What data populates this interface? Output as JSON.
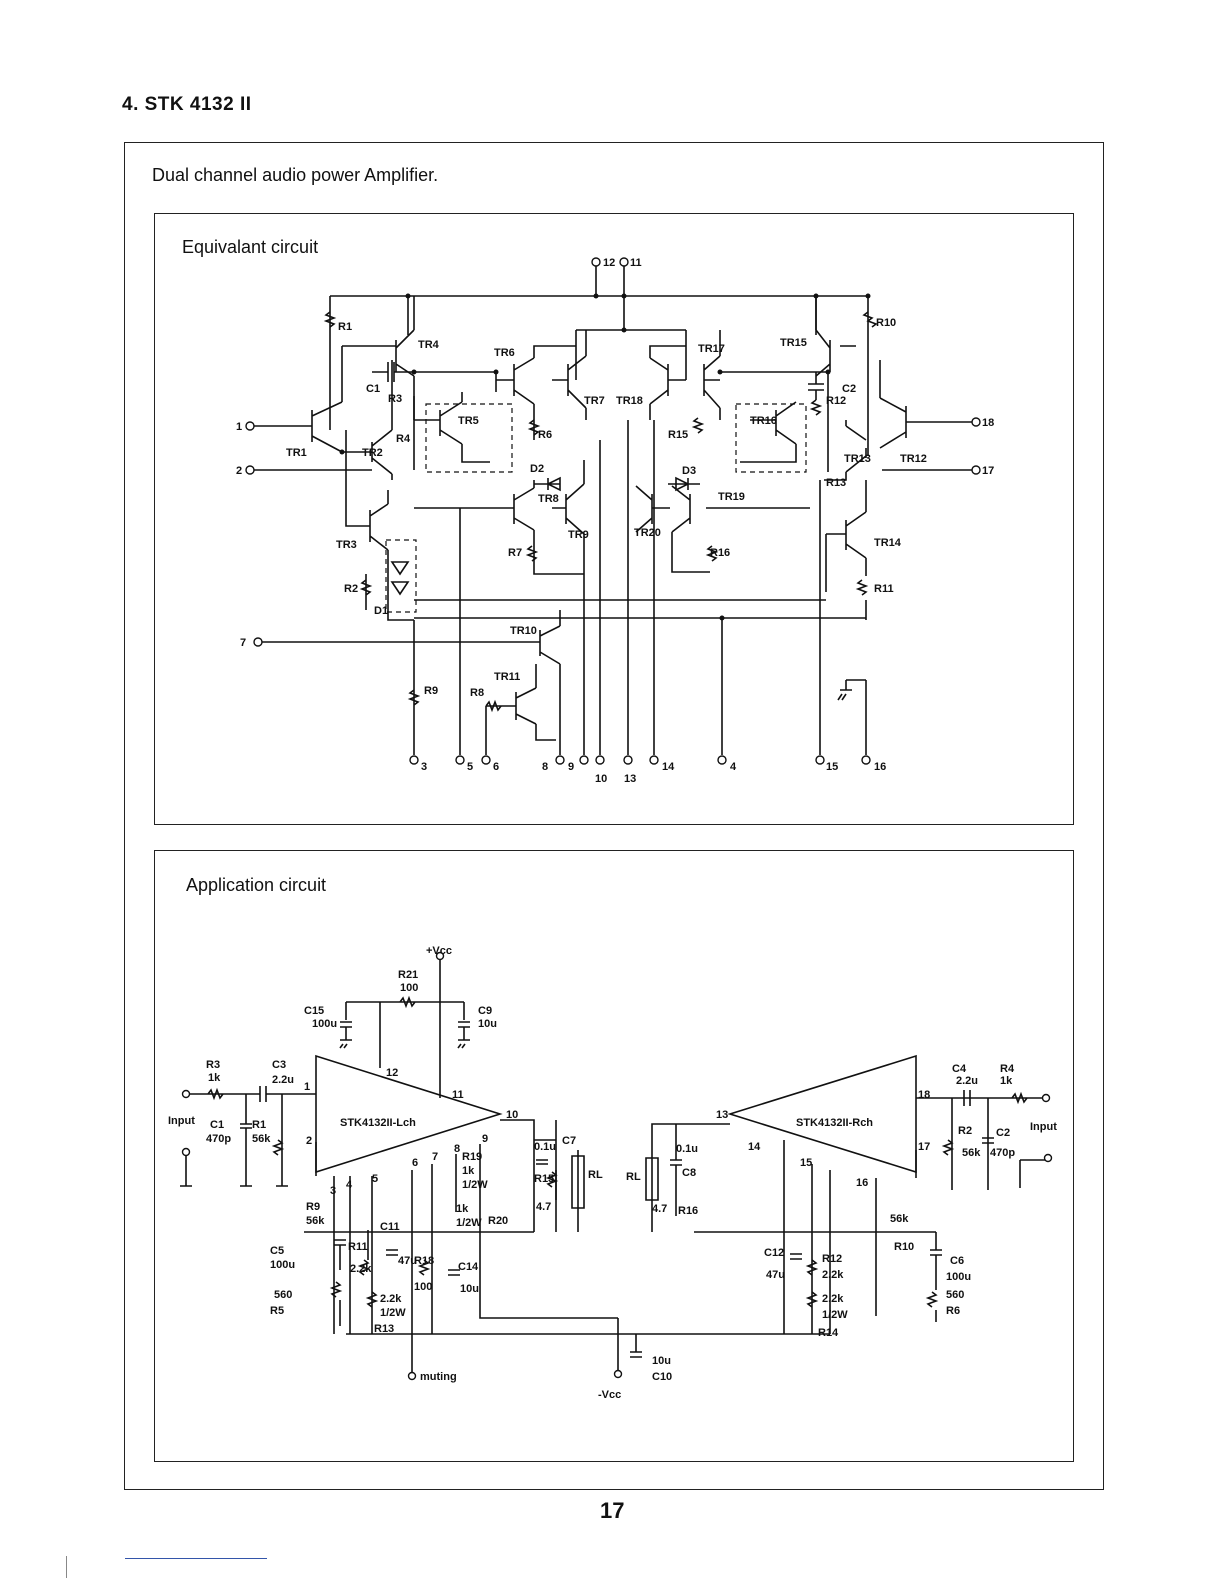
{
  "section_heading": "4. STK 4132 II",
  "description": "Dual channel audio power Amplifier.",
  "panels": {
    "equivalent": {
      "title": "Equivalant circuit",
      "labels": {
        "r1": "R1",
        "tr4": "TR4",
        "tr6": "TR6",
        "tr7": "TR7",
        "tr18": "TR18",
        "tr17": "TR17",
        "tr15": "TR15",
        "r10": "R10",
        "c1": "C1",
        "r3": "R3",
        "tr5": "TR5",
        "r6": "R6",
        "r15": "R15",
        "tr16": "TR16",
        "c2": "C2",
        "r12": "R12",
        "r4": "R4",
        "tr1": "TR1",
        "tr2": "TR2",
        "d2": "D2",
        "tr8": "TR8",
        "d3": "D3",
        "tr19": "TR19",
        "tr13": "TR13",
        "tr12": "TR12",
        "r13": "R13",
        "tr3": "TR3",
        "r7": "R7",
        "tr9": "TR9",
        "tr20": "TR20",
        "r16": "R16",
        "tr14": "TR14",
        "r2": "R2",
        "d1": "D1",
        "r11": "R11",
        "tr10": "TR10",
        "tr11": "TR11",
        "r9": "R9",
        "r8": "R8"
      },
      "pins": {
        "p12": "12",
        "p11": "11",
        "p1": "1",
        "p2": "2",
        "p7": "7",
        "p18": "18",
        "p17": "17",
        "p3": "3",
        "p5": "5",
        "p6": "6",
        "p8": "8",
        "p9": "9",
        "p10": "10",
        "p13": "13",
        "p14": "14",
        "p4": "4",
        "p15": "15",
        "p16": "16"
      }
    },
    "application": {
      "title": "Application circuit",
      "labels": {
        "vcc_pos": "+Vcc",
        "r21": "R21",
        "r21_val": "100",
        "c15": "C15",
        "c15_val": "100u",
        "c9": "C9",
        "c9_val": "10u",
        "r3": "R3",
        "r3_val": "1k",
        "c3": "C3",
        "c3_val": "2.2u",
        "input_l": "Input",
        "c1": "C1",
        "c1_val": "470p",
        "r1": "R1",
        "r1_val": "56k",
        "chip_l": "STK4132II-Lch",
        "chip_r": "STK4132II-Rch",
        "c4": "C4",
        "c4_val": "2.2u",
        "r4": "R4",
        "r4_val": "1k",
        "input_r": "Input",
        "r2": "R2",
        "r2_val": "56k",
        "c2": "C2",
        "c2_val": "470p",
        "r19": "R19",
        "r19_val": "1k",
        "r19_pw": "1/2W",
        "r20": "R20",
        "r20_val": "1k",
        "r20_pw": "1/2W",
        "c7": "C7",
        "c7_val": "0.1u",
        "r15": "R15",
        "r15_val": "4.7",
        "rl_l": "RL",
        "rl_r": "RL",
        "c8": "C8",
        "c8_val": "0.1u",
        "r16": "R16",
        "r16_val": "4.7",
        "r9": "R9",
        "r9_val": "56k",
        "c11": "C11",
        "c11_val": "47u",
        "r11": "R11",
        "r11_val": "2.2k",
        "r18": "R18",
        "r18_val": "100",
        "c14": "C14",
        "c14_val": "10u",
        "r13": "R13",
        "r13_val": "2.2k",
        "r13_pw": "1/2W",
        "c5": "C5",
        "c5_val": "100u",
        "r5": "R5",
        "r5_val": "560",
        "muting": "muting",
        "vcc_neg": "-Vcc",
        "c10": "C10",
        "c10_val": "10u",
        "c12": "C12",
        "c12_val": "47u",
        "r12": "R12",
        "r12_val": "2.2k",
        "r14": "R14",
        "r14_val": "2.2k",
        "r14_pw": "1/2W",
        "r10": "R10",
        "r10_val": "56k",
        "c6": "C6",
        "c6_val": "100u",
        "r6": "R6",
        "r6_val": "560"
      },
      "pins": {
        "p1": "1",
        "p2": "2",
        "p3": "3",
        "p4": "4",
        "p5": "5",
        "p6": "6",
        "p7": "7",
        "p8": "8",
        "p9": "9",
        "p10": "10",
        "p11": "11",
        "p12": "12",
        "p13": "13",
        "p14": "14",
        "p15": "15",
        "p16": "16",
        "p17": "17",
        "p18": "18"
      }
    }
  },
  "page_number": "17"
}
